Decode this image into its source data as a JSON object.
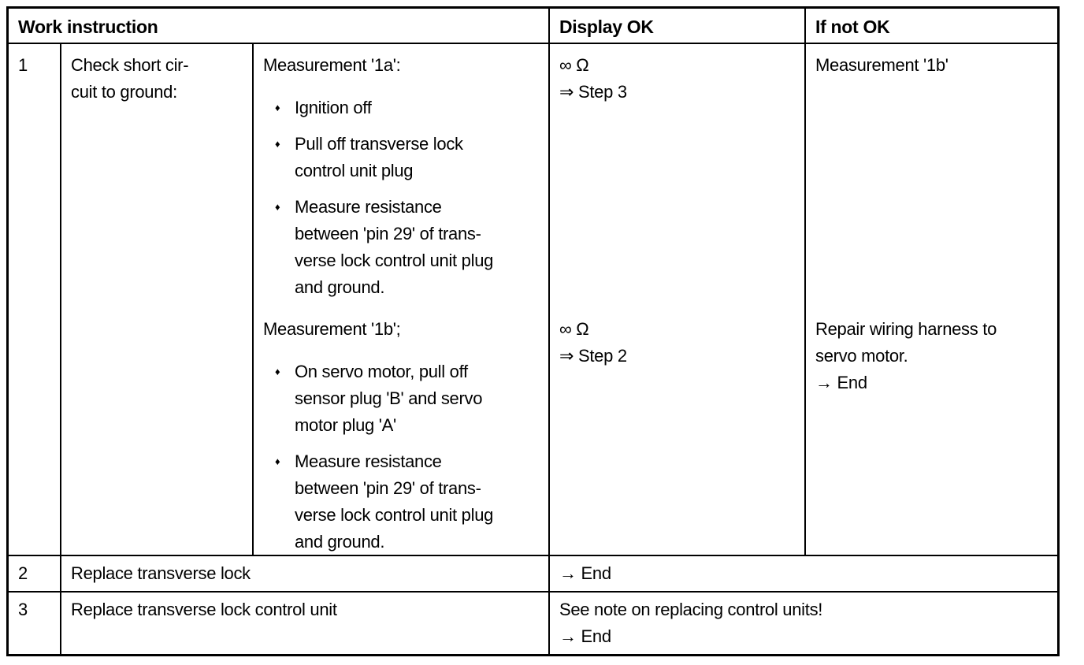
{
  "glyphs": {
    "bullet": "♦"
  },
  "header": {
    "work_instruction": "Work instruction",
    "display_ok": "Display OK",
    "if_not_ok": "If not OK"
  },
  "steps": [
    {
      "number": "1",
      "task": "Check short cir-\ncuit to ground:",
      "blocks": [
        {
          "title": "Measurement '1a':",
          "bullets": [
            "Ignition off",
            "Pull off transverse lock\ncontrol unit plug",
            "Measure resistance\nbetween 'pin 29' of trans-\nverse lock control unit plug\nand ground."
          ],
          "display_ok": "∞ Ω\n⇒ Step 3",
          "if_not_ok": "Measurement '1b'"
        },
        {
          "title": "Measurement '1b';",
          "bullets": [
            "On servo motor, pull off\nsensor plug 'B' and servo\nmotor plug 'A'",
            "Measure resistance\nbetween 'pin 29' of trans-\nverse lock control unit plug\nand ground."
          ],
          "display_ok": "∞ Ω\n⇒ Step 2",
          "if_not_ok": "Repair wiring harness to\nservo motor.\n→ End"
        }
      ]
    },
    {
      "number": "2",
      "task": "Replace transverse lock",
      "result": "→ End"
    },
    {
      "number": "3",
      "task": "Replace transverse lock control unit",
      "result": "See note on replacing control units!\n→ End"
    }
  ]
}
